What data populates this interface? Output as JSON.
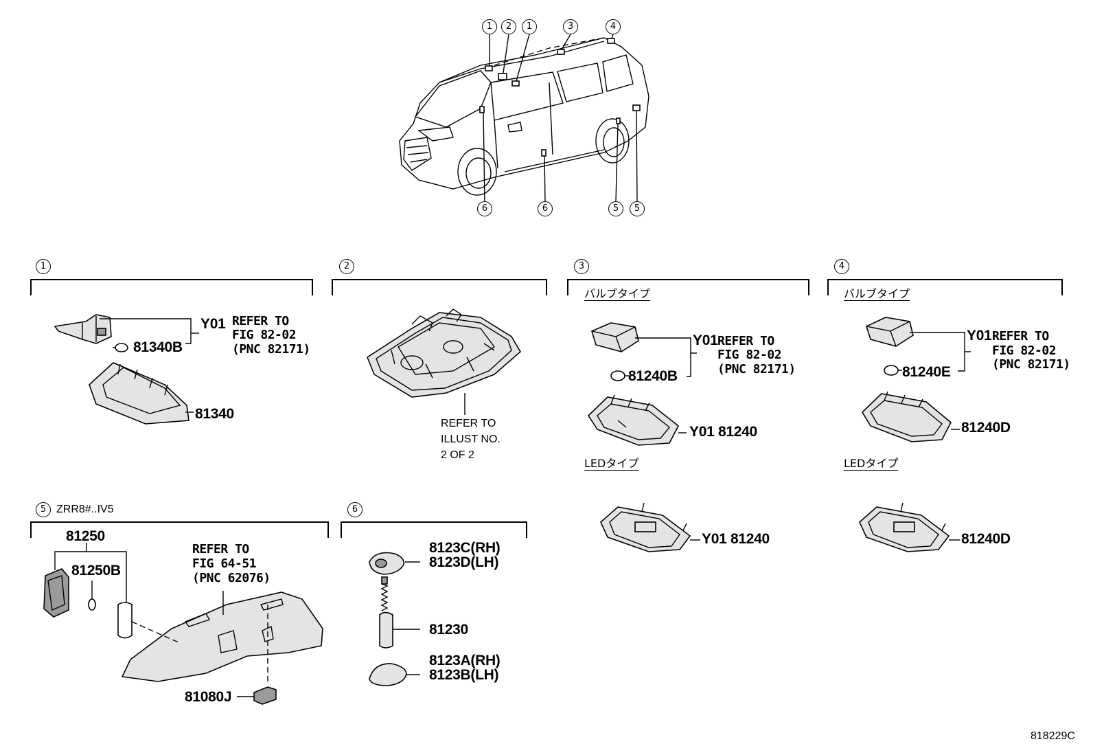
{
  "callouts": {
    "c1": "1",
    "c2": "2",
    "c3": "3",
    "c4": "4",
    "c5": "5",
    "c6": "6"
  },
  "sections": {
    "s1": {
      "num": "1",
      "y01": "Y01",
      "refer": [
        "REFER TO",
        "FIG 82-02",
        "(PNC 82171)"
      ],
      "bulb": "81340B",
      "lamp": "81340"
    },
    "s2": {
      "num": "2",
      "refer": [
        "REFER TO",
        "ILLUST NO.",
        "2 OF 2"
      ]
    },
    "s3": {
      "num": "3",
      "bulb_type": "バルブタイプ",
      "led_type": "LEDタイプ",
      "y01": "Y01",
      "refer": [
        "REFER TO",
        "FIG 82-02",
        "(PNC 82171)"
      ],
      "bulb": "81240B",
      "lamp_bulb": "Y01 81240",
      "lamp_led": "Y01 81240"
    },
    "s4": {
      "num": "4",
      "bulb_type": "バルブタイプ",
      "led_type": "LEDタイプ",
      "y01": "Y01",
      "refer": [
        "REFER TO",
        "FIG 82-02",
        "(PNC 82171)"
      ],
      "bulb": "81240E",
      "lamp_bulb": "81240D",
      "lamp_led": "81240D"
    },
    "s5": {
      "num": "5",
      "condition": "ZRR8#..IV5",
      "lamp": "81250",
      "bulb": "81250B",
      "refer": [
        "REFER TO",
        "FIG 64-51",
        "(PNC 62076)"
      ],
      "clip": "81080J"
    },
    "s6": {
      "num": "6",
      "cover_top": [
        "8123C(RH)",
        "8123D(LH)"
      ],
      "switch": "81230",
      "cover_bottom": [
        "8123A(RH)",
        "8123B(LH)"
      ]
    }
  },
  "illustration_code": "818229C"
}
